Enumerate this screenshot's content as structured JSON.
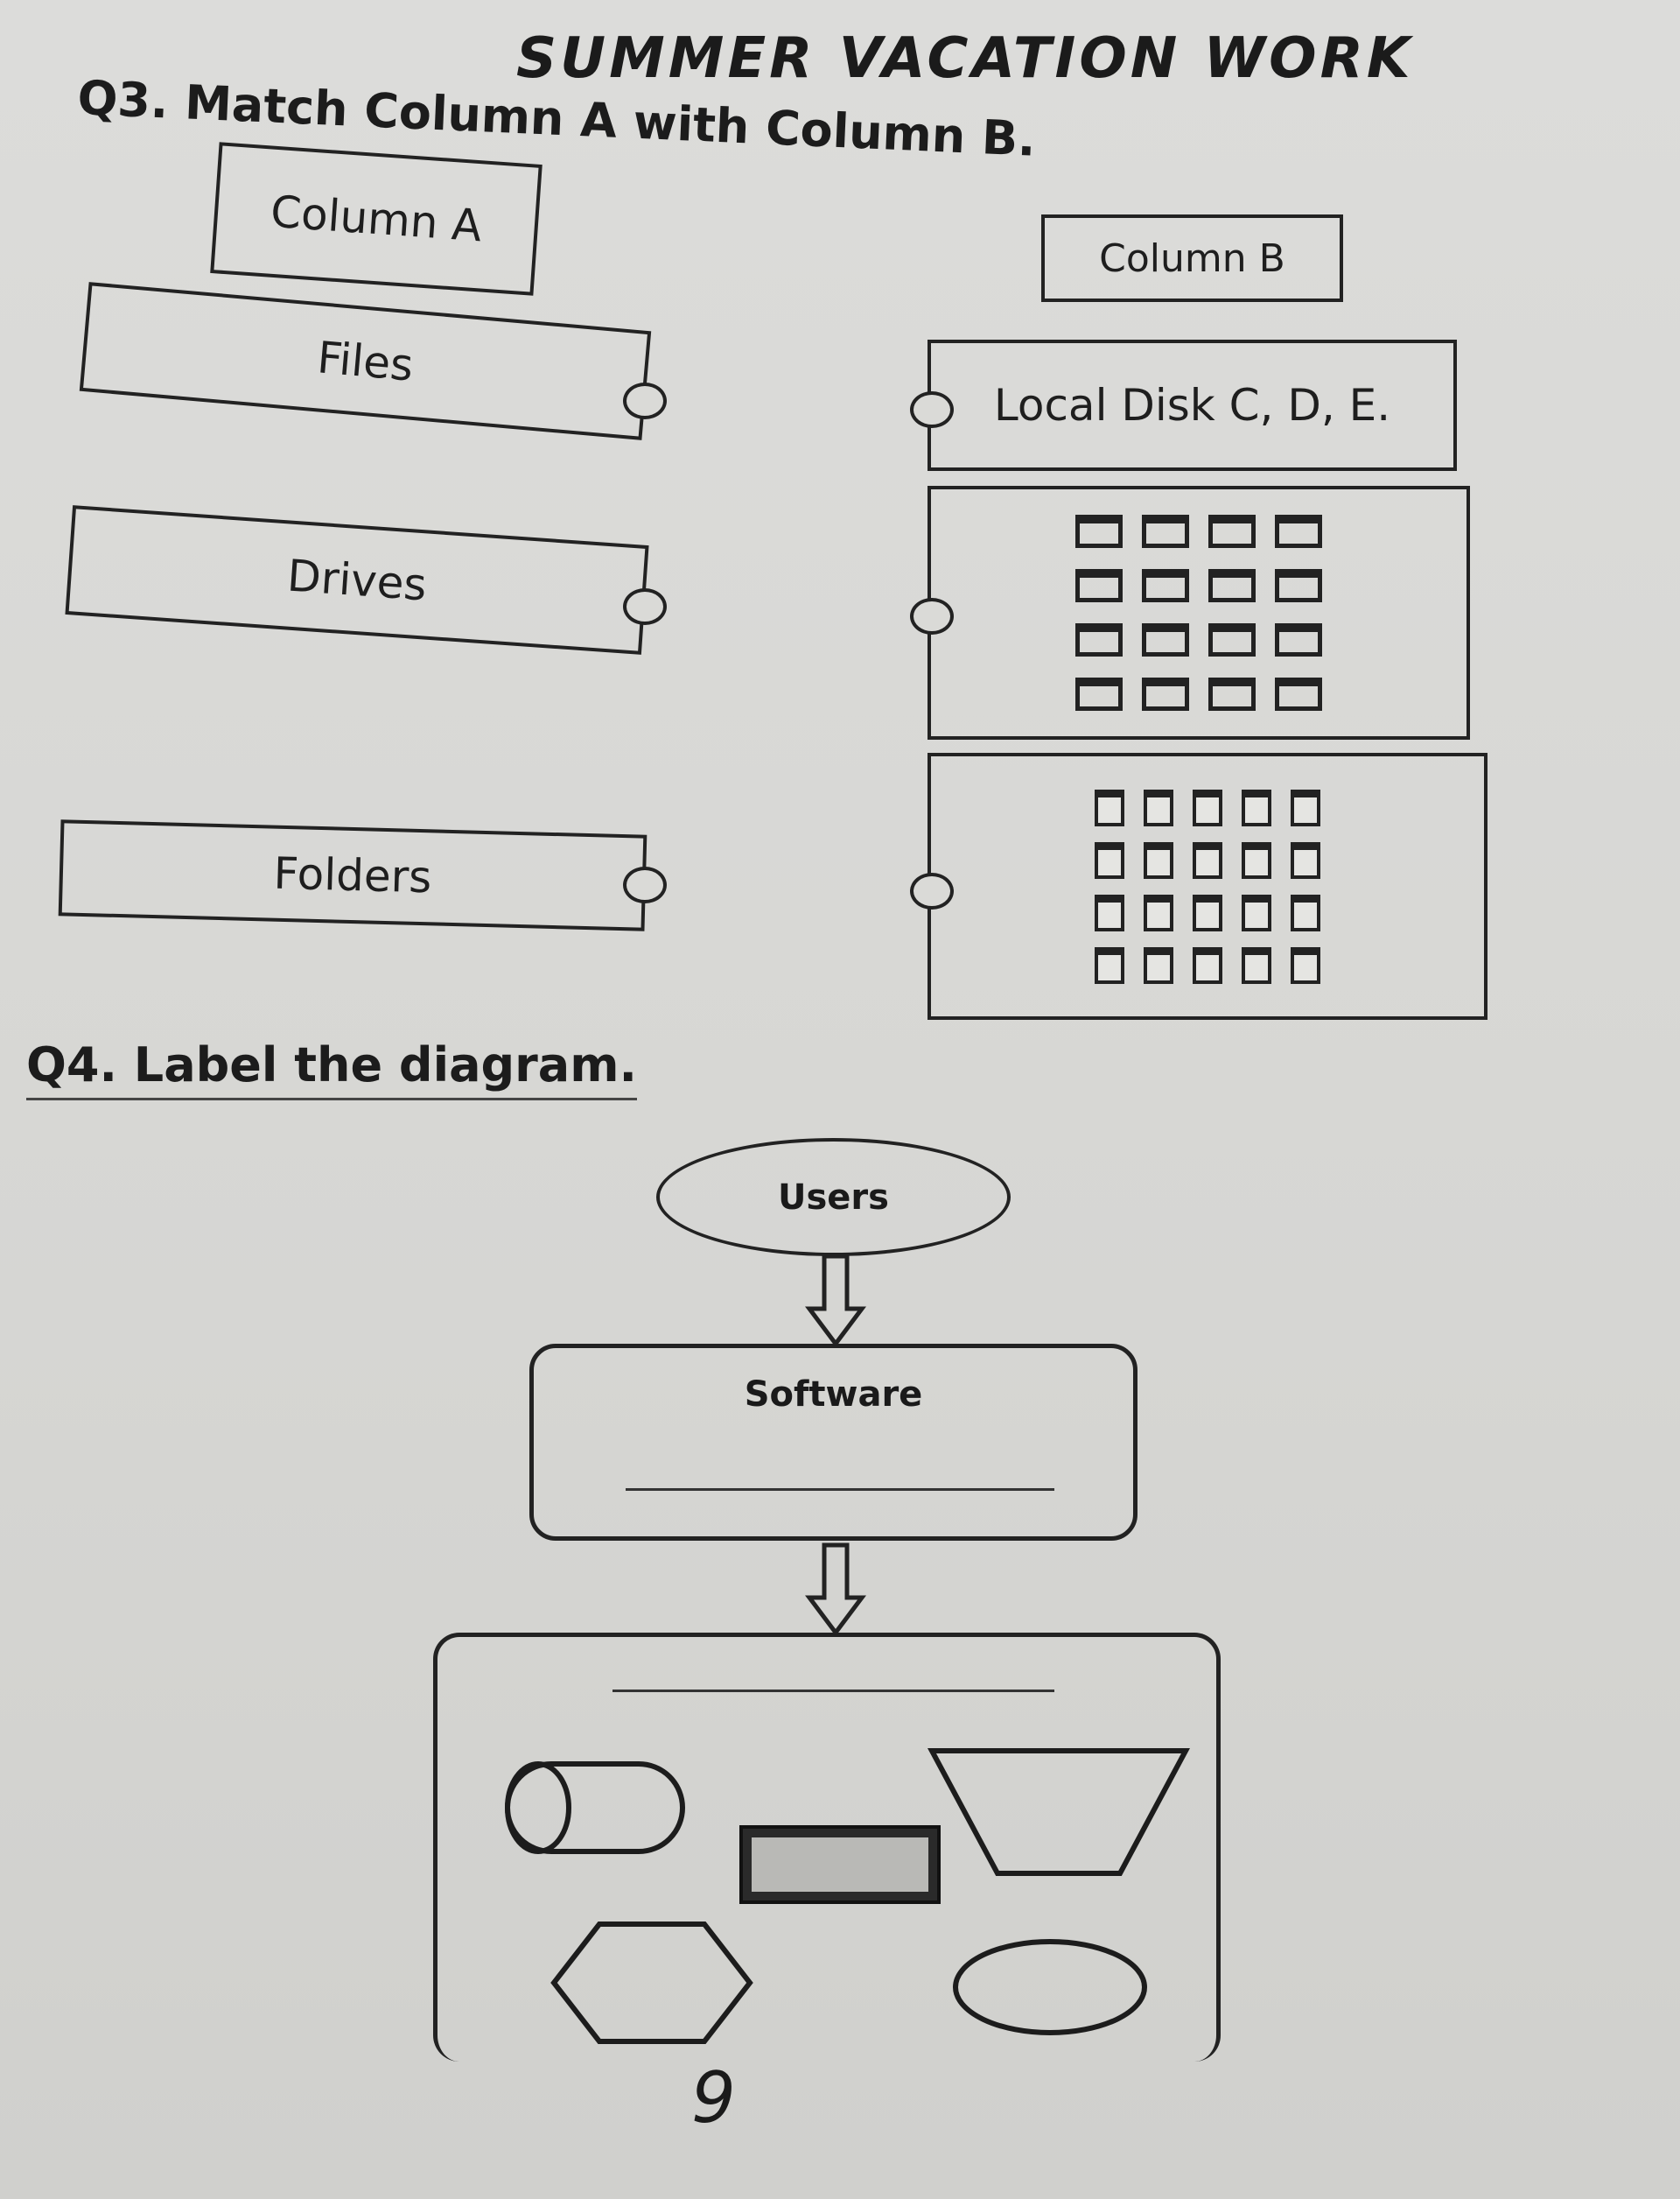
{
  "header": {
    "title": "SUMMER VACATION WORK"
  },
  "q3": {
    "question": "Q3. Match Column A with Column B.",
    "column_a_header": "Column A",
    "column_b_header": "Column B",
    "column_a": [
      "Files",
      "Drives",
      "Folders"
    ],
    "column_b_text": "Local Disk C, D, E."
  },
  "q4": {
    "question": "Q4. Label the diagram.",
    "users_label": "Users",
    "software_label": "Software"
  },
  "footer": {
    "page_number": "9"
  }
}
